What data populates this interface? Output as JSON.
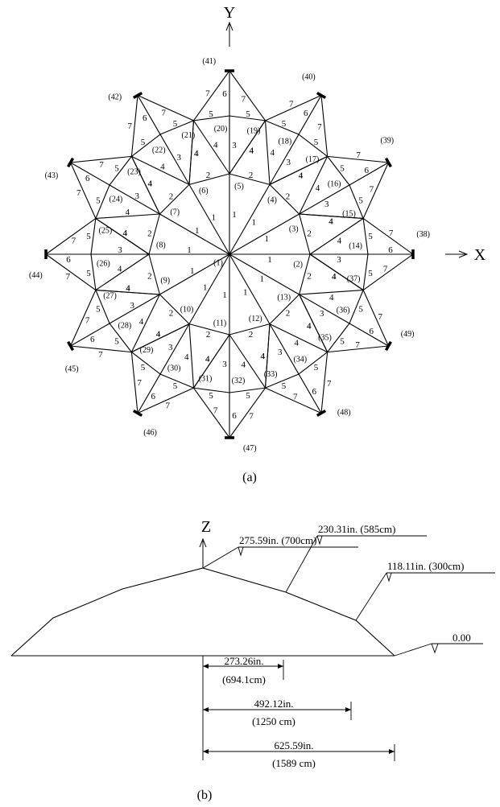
{
  "diagram_a": {
    "caption": "(a)",
    "axis_x": "X",
    "axis_y": "Y",
    "node_labels": {
      "center": "(1)",
      "ring1": [
        "(2)",
        "(3)",
        "(4)",
        "(5)",
        "(6)",
        "(7)",
        "(8)",
        "(9)",
        "(10)",
        "(11)",
        "(12)",
        "(13)"
      ],
      "ring2": [
        "(14)",
        "(15)",
        "(16)",
        "(17)",
        "(18)",
        "(19)",
        "(20)",
        "(21)",
        "(22)",
        "(23)",
        "(24)",
        "(25)",
        "(26)",
        "(27)",
        "(28)",
        "(29)",
        "(30)",
        "(31)",
        "(32)",
        "(33)",
        "(34)",
        "(35)",
        "(36)",
        "(37)"
      ],
      "supports": [
        "(38)",
        "(39)",
        "(40)",
        "(41)",
        "(42)",
        "(43)",
        "(44)",
        "(45)",
        "(46)",
        "(47)",
        "(48)",
        "(49)"
      ]
    },
    "member_groups": [
      "1",
      "2",
      "3",
      "4",
      "5",
      "6",
      "7"
    ]
  },
  "diagram_b": {
    "caption": "(b)",
    "axis_z": "Z",
    "levels": [
      "275.59in. (700cm)",
      "230.31in. (585cm)",
      "118.11in. (300cm)",
      "0.00"
    ],
    "spans": [
      {
        "line1": "273.26in.",
        "line2": "(694.1cm)"
      },
      {
        "line1": "492.12in.",
        "line2": "(1250 cm)"
      },
      {
        "line1": "625.59in.",
        "line2": "(1589 cm)"
      }
    ]
  }
}
